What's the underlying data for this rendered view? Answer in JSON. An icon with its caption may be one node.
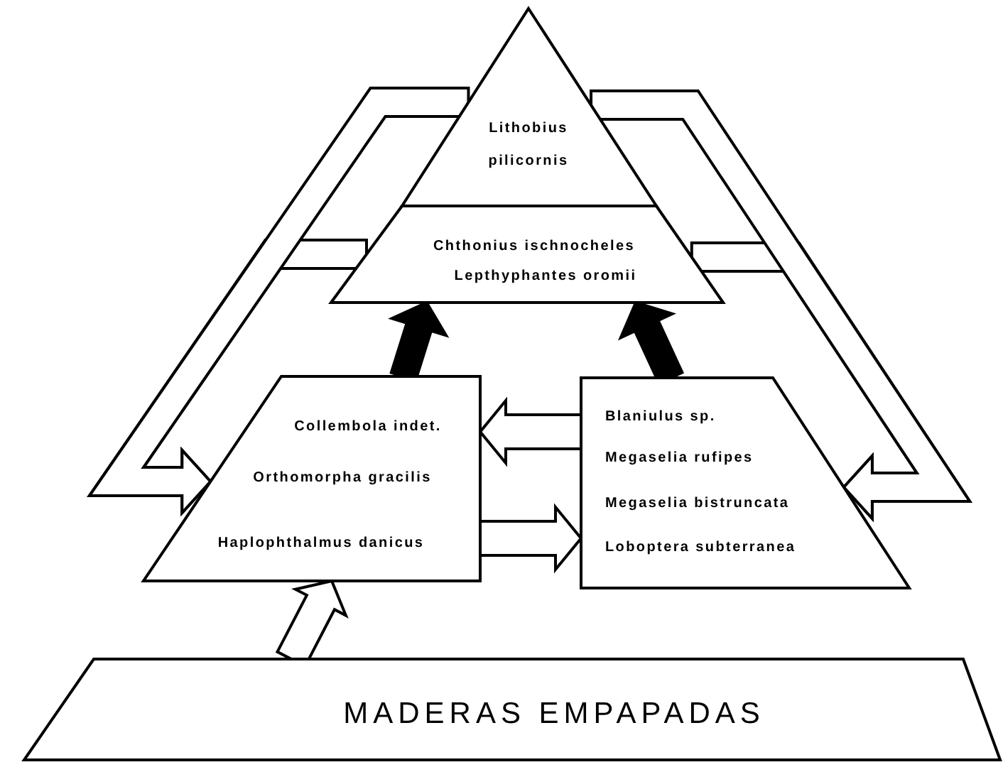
{
  "diagram": {
    "nodes": [
      {
        "text": [
          "Lithobius pilicornis"
        ]
      },
      {
        "text": [
          "Chthonius ischnocheles",
          "Lepthyphantes oromii"
        ]
      },
      {
        "text": [
          "Collembola indet.",
          "Orthomorpha gracilis",
          "Haplophthalmus danicus"
        ]
      },
      {
        "text": [
          "Blaniulus sp.",
          "Megaselia rufipes",
          "Megaselia bistruncata",
          "Loboptera subterranea"
        ]
      },
      {
        "text": [
          "MADERAS EMPAPADAS"
        ]
      }
    ],
    "edges": [
      {
        "from": 2,
        "to": 1,
        "arrow": "to",
        "style": "thick"
      },
      {
        "from": 3,
        "to": 1,
        "arrow": "to",
        "style": "thick"
      },
      {
        "from": 3,
        "to": 2,
        "arrow": "to"
      },
      {
        "from": 2,
        "to": 3,
        "arrow": "to"
      },
      {
        "from": 4,
        "to": 2,
        "arrow": "to"
      },
      {
        "from": 0,
        "to": 2,
        "arrow": "to"
      },
      {
        "from": 1,
        "to": 2,
        "arrow": "to"
      },
      {
        "from": 0,
        "to": 3,
        "arrow": "to"
      },
      {
        "from": 1,
        "to": 3,
        "arrow": "to"
      }
    ]
  }
}
